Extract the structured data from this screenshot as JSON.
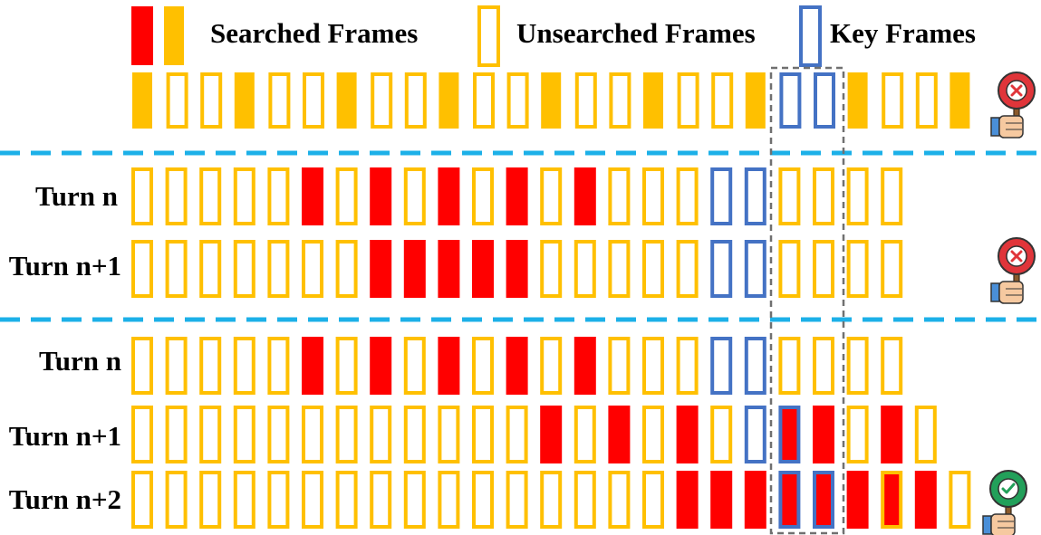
{
  "colors": {
    "searched": "#FF0000",
    "unsearched_fill": "#FFC000",
    "unsearched_border": "#FFC000",
    "key_border": "#4472C4",
    "separator": "#1CB0E8",
    "key_window": "#707070",
    "reject": "#E0353A",
    "accept": "#22A05A"
  },
  "legend": {
    "searched_label": "Searched Frames",
    "unsearched_label": "Unsearched Frames",
    "key_label": "Key Frames"
  },
  "icons": {
    "reject": "reject-sign-icon",
    "accept": "accept-sign-icon"
  },
  "rows": [
    {
      "label": "",
      "sign": "reject",
      "frames": "FUUFUUFUUFUUFUUFUUFKKFUUF"
    },
    {
      "label": "Turn n",
      "sign": "",
      "frames": "UUUUUSUSUSUSUSUUUKKUUUU"
    },
    {
      "label": "Turn n+1",
      "sign": "reject",
      "frames": "UUUUUUUSSSSSUUUUUKKUUUU"
    },
    {
      "label": "Turn n",
      "sign": "",
      "frames": "UUUUUSUSUSUSUSUUUKKUUUU"
    },
    {
      "label": "Turn n+1",
      "sign": "",
      "frames": "UUUUUUUUUUUUSUSUSUKASUSU"
    },
    {
      "label": "Turn n+2",
      "sign": "accept",
      "frames": "UUUUUUUUUUUUUUUUSSSAASWSU"
    }
  ]
}
